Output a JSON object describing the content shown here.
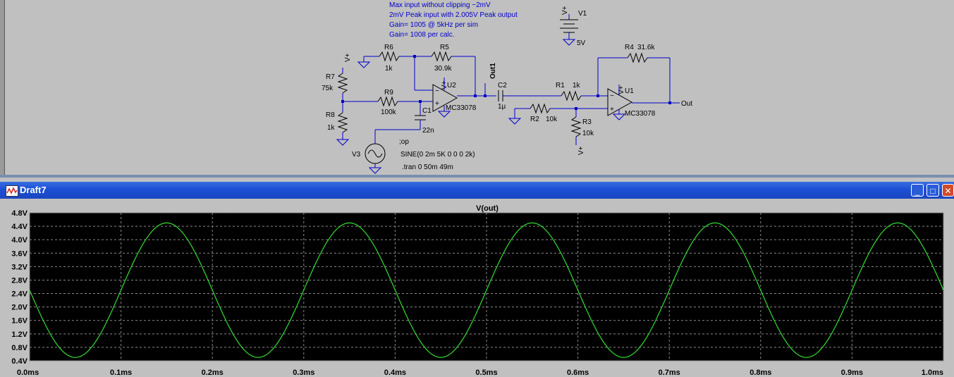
{
  "schematic": {
    "notes": [
      "Max input without clipping ~2mV",
      "2mV Peak input with 2.005V Peak output",
      "Gain= 1005 @ 5kHz per sim",
      "Gain= 1008 per calc."
    ],
    "labels": {
      "vplus": "V+",
      "v1_name": "V1",
      "v1_value": "5V",
      "r4_name": "R4",
      "r4_value": "31.6k",
      "r6_name": "R6",
      "r6_value": "1k",
      "r5_name": "R5",
      "r5_value": "30.9k",
      "r7_name": "R7",
      "r7_value": "75k",
      "r8_name": "R8",
      "r8_value": "1k",
      "r9_name": "R9",
      "r9_value": "100k",
      "c1_name": "C1",
      "c1_value": "22n",
      "c2_name": "C2",
      "c2_value": "1µ",
      "r1_name": "R1",
      "r1_value": "1k",
      "r2_name": "R2",
      "r2_value": "10k",
      "r3_name": "R3",
      "r3_value": "10k",
      "u1_name": "U1",
      "u1_model": "MC33078",
      "u2_name": "U2",
      "u2_model": "MC33078",
      "out1": "Out1",
      "out": "Out",
      "v3_name": "V3",
      "v3_value": "SINE(0 2m 5K 0 0 0 2k)",
      "op_directive": ";op",
      "tran_directive": ".tran 0 50m 49m"
    }
  },
  "plot_window": {
    "title": "Draft7",
    "buttons": {
      "minimize": "_",
      "maximize": "□",
      "close": "✕"
    }
  },
  "colors": {
    "trace": "#33dd33",
    "grid": "#8a8a8a",
    "plot_bg": "#000000",
    "wire": "#0000cc",
    "titlebar": "#1b4fd6"
  },
  "chart_data": {
    "type": "line",
    "title": "V(out)",
    "xlabel": "",
    "ylabel": "",
    "x_unit": "ms",
    "xlim": [
      0,
      1.0
    ],
    "ylim": [
      0.4,
      4.8
    ],
    "x_ticks": [
      "0.0ms",
      "0.1ms",
      "0.2ms",
      "0.3ms",
      "0.4ms",
      "0.5ms",
      "0.6ms",
      "0.7ms",
      "0.8ms",
      "0.9ms",
      "1.0ms"
    ],
    "y_ticks": [
      "0.4V",
      "0.8V",
      "1.2V",
      "1.6V",
      "2.0V",
      "2.4V",
      "2.8V",
      "3.2V",
      "3.6V",
      "4.0V",
      "4.4V",
      "4.8V"
    ],
    "grid": true,
    "series": [
      {
        "name": "V(out)",
        "offset_v": 2.5,
        "amplitude_v": 2.0,
        "frequency_khz": 5,
        "x_start_ms": 0.0,
        "x_end_ms": 1.0,
        "start_value_v": 2.5,
        "first_min_ms": 0.05,
        "first_max_ms": 0.15
      }
    ]
  }
}
